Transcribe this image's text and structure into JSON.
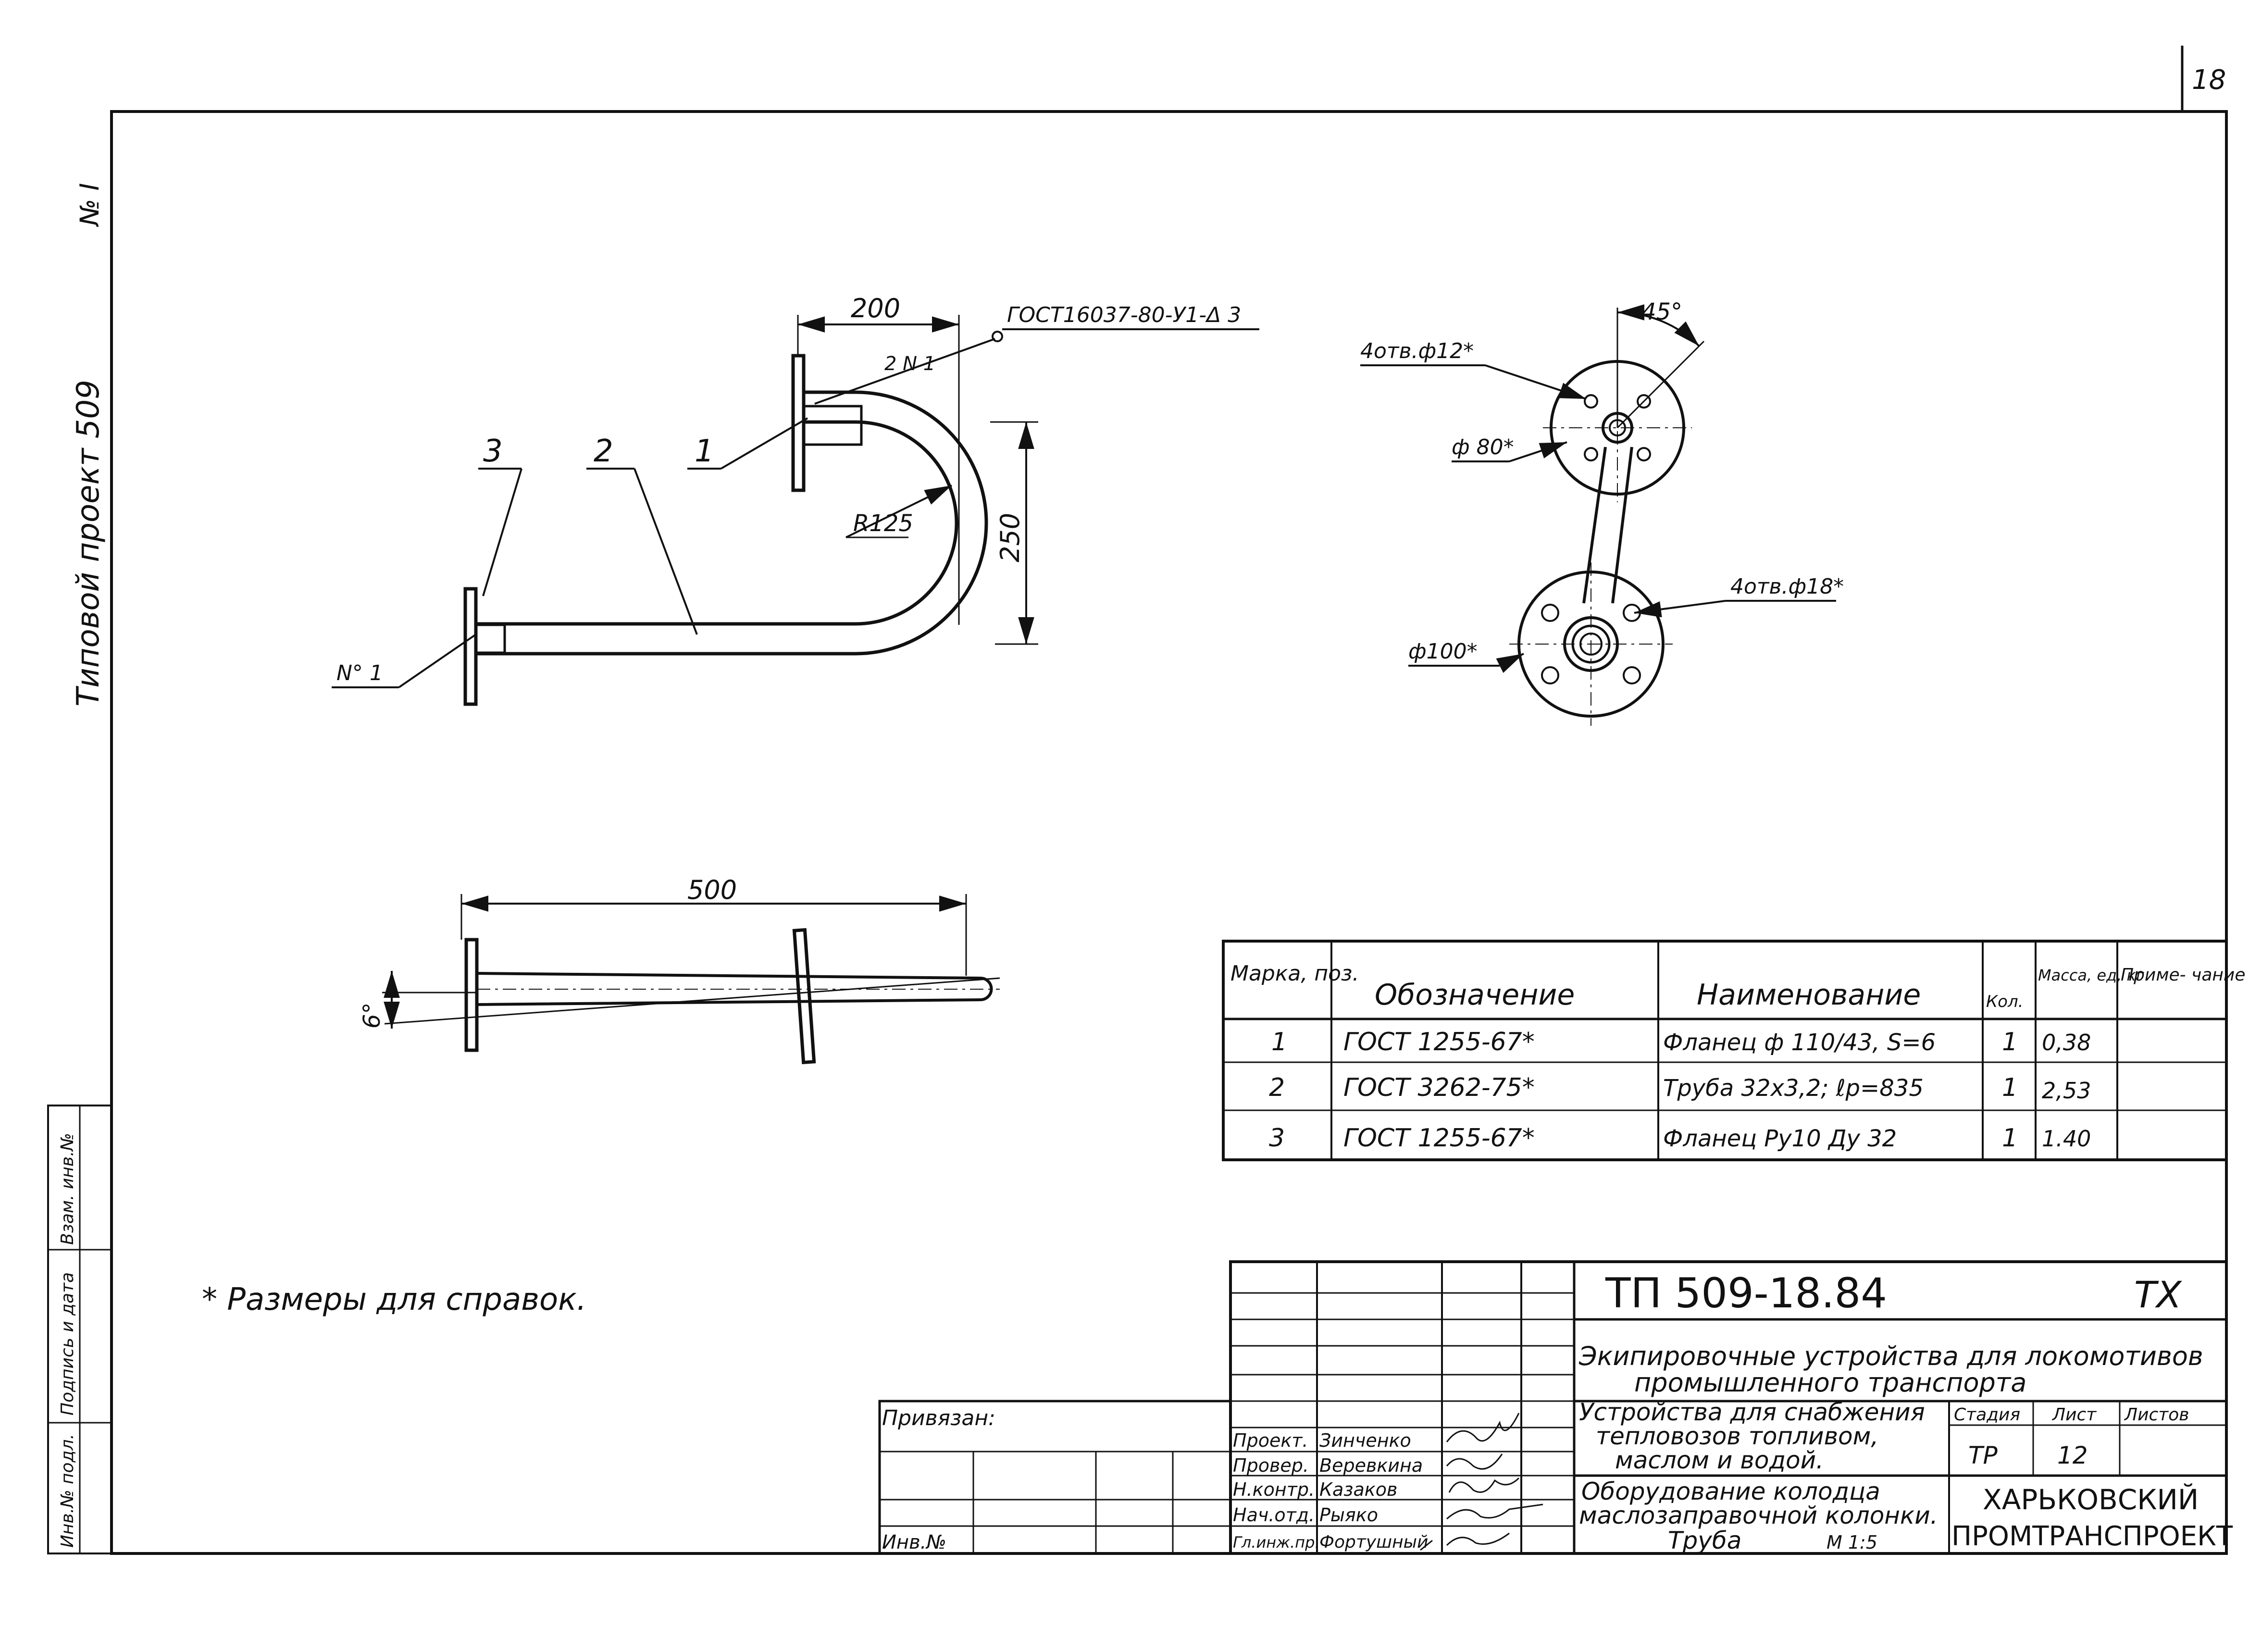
{
  "sheet": {
    "page_number": "18",
    "margin_top": "№ I",
    "margin_mid": "Типовой проект 509",
    "margin_box": [
      "Инв.№ подл.",
      "Подпись и дата",
      "Взам. инв.№"
    ]
  },
  "drawing1": {
    "dim_200": "200",
    "weld": "ГОСТ16037-80-У1-Δ 3",
    "weld_count": "2 N 1",
    "pos3": "3",
    "pos2": "2",
    "pos1": "1",
    "radius": "R125",
    "dim_250": "250",
    "note_n1": "N° 1"
  },
  "drawing2": {
    "holes12": "4отв.ф12*",
    "angle": "45°",
    "dia80": "ф 80*",
    "holes18": "4отв.ф18*",
    "dia100": "ф100*"
  },
  "drawing3": {
    "dim_500": "500",
    "angle6": "6°"
  },
  "note": "* Размеры для справок.",
  "spec": {
    "headers": [
      "Марка, поз.",
      "Обозначение",
      "Наименование",
      "Кол.",
      "Масса, ед, кг",
      "Приме- чание"
    ],
    "rows": [
      [
        "1",
        "ГОСТ 1255-67*",
        "Фланец ф 110/43,  S=6",
        "1",
        "0,38",
        ""
      ],
      [
        "2",
        "ГОСТ 3262-75*",
        "Труба 32x3,2;  ℓр=835",
        "1",
        "2,53",
        ""
      ],
      [
        "3",
        "ГОСТ 1255-67*",
        "Фланец Ру10 Ду 32",
        "1",
        "1.40",
        ""
      ]
    ]
  },
  "title": {
    "code": "ТП   509-18.84",
    "suffix": "ТХ",
    "project_line1": "Экипировочные устройства для локомотивов",
    "project_line2": "промышленного транспорта",
    "desc_line1": "Устройства для снабжения",
    "desc_line2": "тепловозов топливом,",
    "desc_line3": "маслом и водой.",
    "sheet_line1": "Оборудование колодца",
    "sheet_line2": "маслозаправочной колонки.",
    "sheet_line3": "Труба",
    "scale": "М 1:5",
    "stage_label": "Стадия",
    "sheet_label": "Лист",
    "sheets_label": "Листов",
    "stage": "ТР",
    "sheet_no": "12",
    "org_line1": "ХАРЬКОВСКИЙ",
    "org_line2": "ПРОМТРАНСПРОЕКТ",
    "privyazan": "Привязан:",
    "inv": "Инв.№",
    "roles": [
      "Проект.",
      "Провер.",
      "Н.контр.",
      "Нач.отд.",
      "Гл.инж.пр."
    ],
    "names": [
      "Зинченко",
      "Веревкина",
      "Казаков",
      "Рыяко",
      "Фортушный"
    ]
  }
}
